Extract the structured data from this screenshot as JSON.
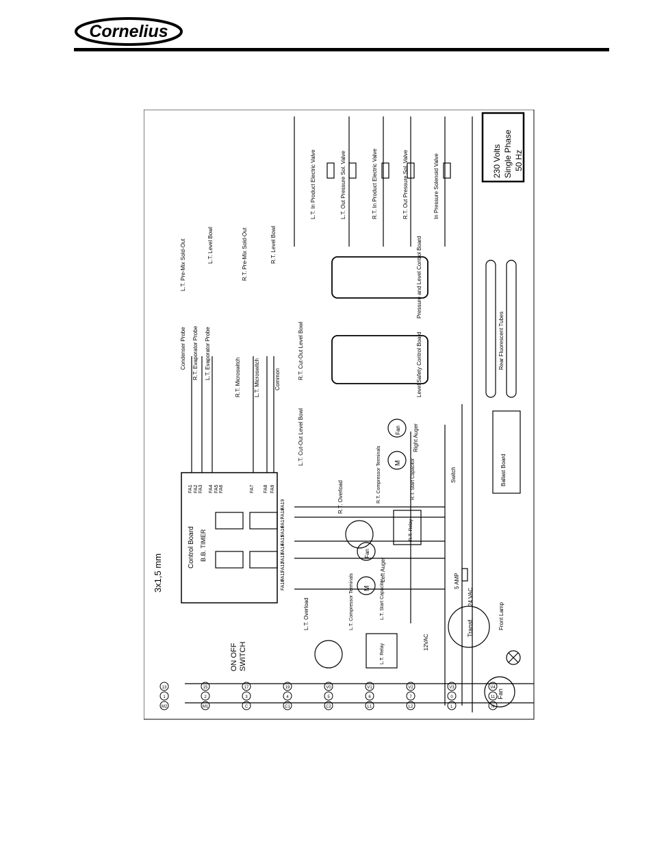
{
  "header": {
    "logo_text": "Cornelius"
  },
  "diagram": {
    "wire_gauge": "3x1,5 mm",
    "on_off_switch": [
      "ON OFF",
      "SWITCH"
    ],
    "supply": [
      "230 Volts",
      "Single Phase",
      "50 Hz"
    ],
    "control_board": {
      "title": "Control Board",
      "timer": "B.B. TIMER"
    },
    "fa_top": [
      "FA1",
      "FA2",
      "FA3",
      "FA4",
      "FA5",
      "FA6",
      "FA7",
      "FA8",
      "FA9"
    ],
    "fa_bottom": [
      "FA19",
      "FA18",
      "FA17",
      "FA16",
      "FA15",
      "FA14",
      "FA13",
      "FA12",
      "FA11",
      "FA10"
    ],
    "probes": [
      "Condenser Probe",
      "R.T. Evaporator Probe",
      "L.T. Evaporator Probe"
    ],
    "microswitches": [
      "R.T. Microswitch",
      "L.T. Microswitch",
      "Common"
    ],
    "wire_ids": [
      "M2",
      "M1",
      "C",
      "C1",
      "C2",
      "L1",
      "L2",
      "L",
      "N",
      "1",
      "2",
      "3",
      "4",
      "5",
      "6",
      "7",
      "0",
      "11",
      "13",
      "15",
      "17",
      "19",
      "V0",
      "V1",
      "V2",
      "V3",
      "V4"
    ],
    "level_bowl": [
      "L.T. Cut-Out Level Bowl",
      "R.T. Cut-Out Level Bowl",
      "L.T. Pre-Mix Sold-Out",
      "L.T. Level Bowl",
      "R.T. Pre-Mix Sold-Out",
      "R.T. Level Bowl"
    ],
    "boards": {
      "level_safety": "Level Safety Control Board",
      "pressure_level": "Pressure and Level Control Board",
      "ballast": "Ballast Board"
    },
    "valves": [
      "L.T. In Product Electric Valve",
      "L.T. Out Pressure Sol. Valve",
      "R.T. In Product Electric Valve",
      "R.T. Out Pressure Sol. Valve",
      "In Pressure Solenoid Valve"
    ],
    "tubes": "Rear Fluorescent Tubes",
    "fan": "Fan",
    "motor": "M",
    "right_auger": "Right Auger",
    "left_auger": "Left Auger",
    "rt_overload": "R.T. Overload",
    "lt_overload": "L.T. Overload",
    "rt_compressor": "R.T. Compressor Terminals",
    "lt_compressor": "L.T. Compressor Terminals",
    "rt_relay": "R.T. Relay",
    "lt_relay": "L.T. Relay",
    "rt_capacitor": "R.T. Start Capacitor",
    "lt_capacitor": "L.T. Start Capacitor",
    "switch": "Switch",
    "fuse": "5 AMP",
    "vac12": "12VAC",
    "vac24": "24 VAC",
    "transformer": "Transf.",
    "front_lamp": "Front Lamp"
  }
}
